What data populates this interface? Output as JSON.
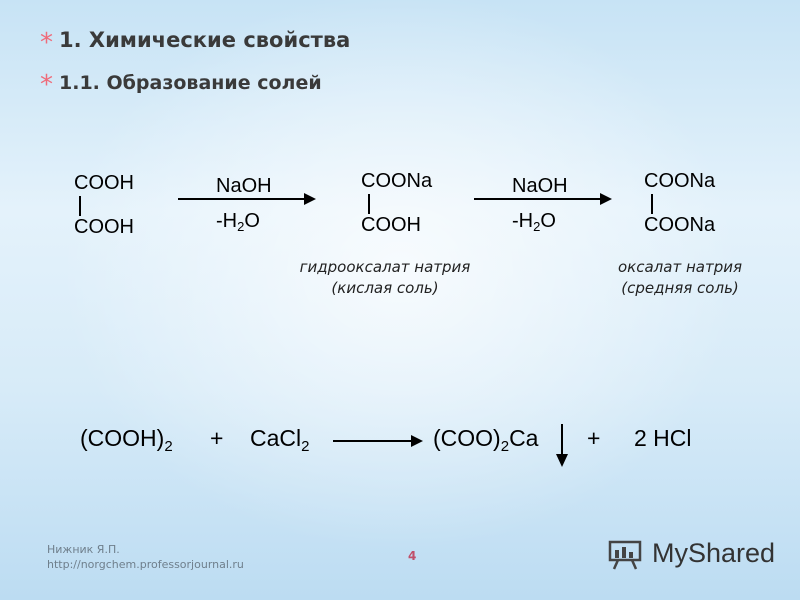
{
  "headings": {
    "bullet": "*",
    "h1": "1. Химические свойства",
    "h2": "1.1. Образование солей"
  },
  "reaction1": {
    "reactant_top": "COOH",
    "reactant_bottom": "COOH",
    "reagent1": "NaOH",
    "minus": "-H",
    "h2_sub": "2",
    "o": "O",
    "product1_top": "COONa",
    "product1_bottom": "COOH",
    "reagent2": "NaOH",
    "product2_top": "COONa",
    "product2_bottom": "COONa"
  },
  "captions": {
    "product1_name": "гидрооксалат натрия",
    "product1_type": "(кислая соль)",
    "product2_name": "оксалат натрия",
    "product2_type": "(средняя соль)"
  },
  "reaction2": {
    "lhs1": "(COOH)",
    "lhs1_sub": "2",
    "plus": "+",
    "lhs2": "CaCl",
    "lhs2_sub": "2",
    "rhs1_a": "(COO)",
    "rhs1_sub": "2",
    "rhs1_b": "Ca",
    "rhs2": "2 HCl"
  },
  "footer": {
    "author": "Нижник Я.П.",
    "url": "http://norgchem.professorjournal.ru",
    "page": "4",
    "logo": "MyShared"
  }
}
